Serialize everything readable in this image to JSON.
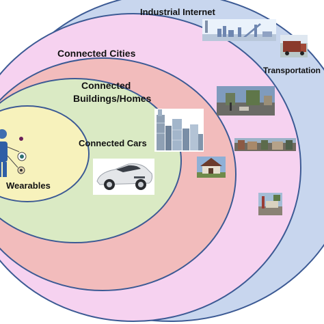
{
  "diagram": {
    "rings": [
      {
        "label": "Industrial Internet",
        "color": "#c8d6ee"
      },
      {
        "label": "Transportation",
        "color": "#c8d6ee"
      },
      {
        "label": "Connected Cities",
        "color": "#f6d2f0"
      },
      {
        "label_lines": [
          "Connected",
          "Buildings/Homes"
        ],
        "color": "#f2bcbc"
      },
      {
        "label": "Connected Cars",
        "color": "#daeac4"
      },
      {
        "label": "Wearables",
        "color": "#f7f2bc"
      }
    ],
    "outline_color": "#3c5a94",
    "photos": [
      {
        "name": "industrial-plant-photo"
      },
      {
        "name": "cargo-truck-photo"
      },
      {
        "name": "city-street-photo"
      },
      {
        "name": "town-street-photo"
      },
      {
        "name": "house-photo"
      },
      {
        "name": "gas-station-photo"
      },
      {
        "name": "skyscrapers-photo"
      },
      {
        "name": "sports-car-photo"
      },
      {
        "name": "wearable-person-icon"
      }
    ]
  }
}
